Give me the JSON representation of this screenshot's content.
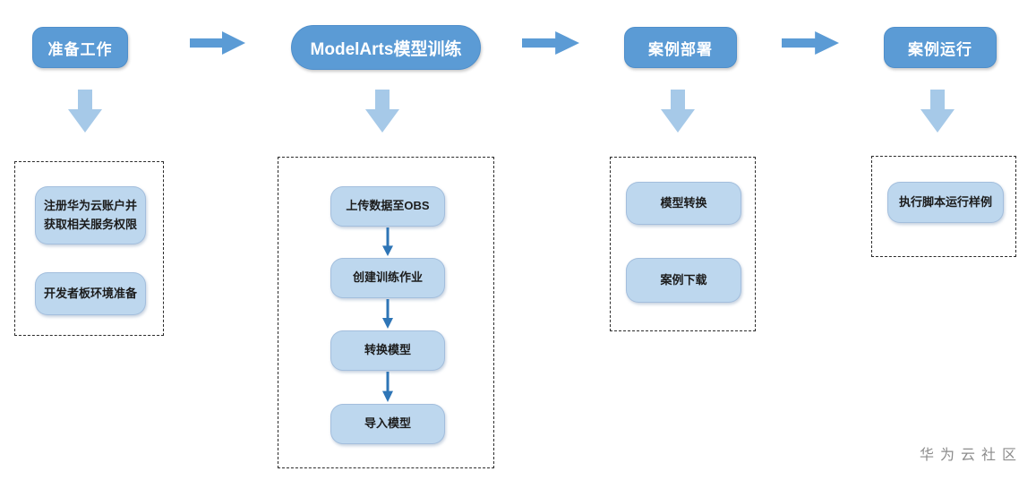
{
  "diagram": {
    "stages": [
      {
        "label": "准备工作",
        "steps": [
          "注册华为云账户并获取相关服务权限",
          "开发者板环境准备"
        ]
      },
      {
        "label": "ModelArts模型训练",
        "steps": [
          "上传数据至OBS",
          "创建训练作业",
          "转换模型",
          "导入模型"
        ]
      },
      {
        "label": "案例部署",
        "steps": [
          "模型转换",
          "案例下载"
        ]
      },
      {
        "label": "案例运行",
        "steps": [
          "执行脚本运行样例"
        ]
      }
    ],
    "watermark": "华为云社区",
    "colors": {
      "stage_fill": "#5B9BD5",
      "step_fill": "#BDD7EE",
      "right_arrow": "#5B9BD5",
      "down_arrow": "#A6C9E8",
      "connector_arrow": "#2E75B6",
      "group_border": "#2B2B2B",
      "stage_text": "#FFFFFF",
      "step_text": "#1C1C1C",
      "watermark_text": "#8C8C8C"
    }
  }
}
